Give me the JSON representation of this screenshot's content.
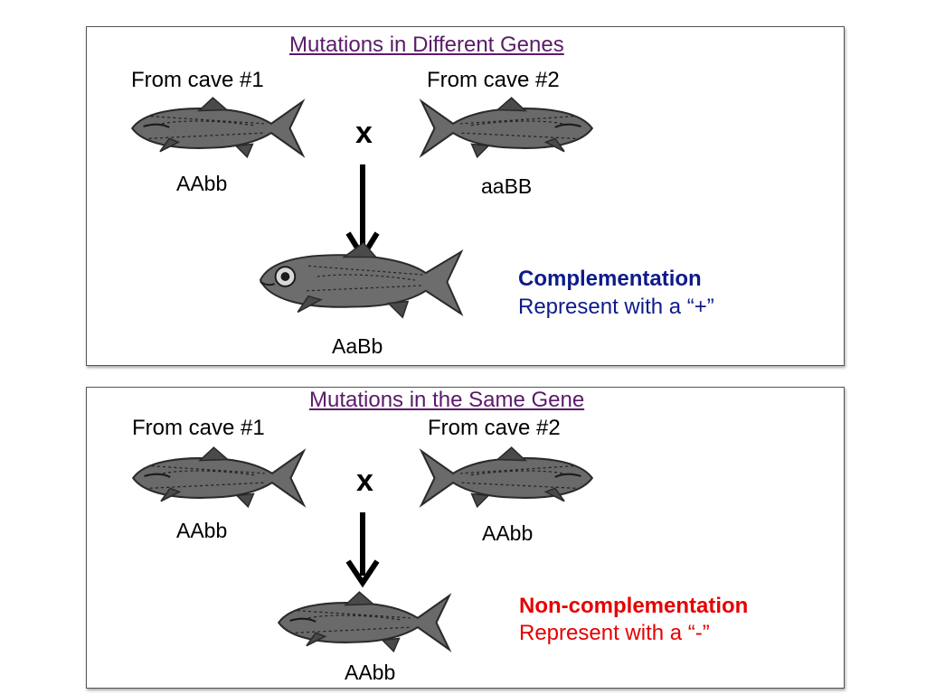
{
  "colors": {
    "title": "#5b1a6a",
    "complementation": "#0d1b8a",
    "non_complementation": "#e60000",
    "fish_body": "#6a6a6a",
    "fish_dark": "#2a2a2a"
  },
  "panels": [
    {
      "title": "Mutations in Different Genes",
      "parent1": {
        "label": "From cave #1",
        "genotype": "AAbb"
      },
      "parent2": {
        "label": "From cave #2",
        "genotype": "aaBB"
      },
      "cross_symbol": "x",
      "offspring": {
        "genotype": "AaBb",
        "icon": "sighted-fish-icon"
      },
      "result": {
        "title": "Complementation",
        "subtitle": "Represent with a “+”"
      }
    },
    {
      "title": "Mutations in the Same Gene",
      "parent1": {
        "label": "From cave #1",
        "genotype": "AAbb"
      },
      "parent2": {
        "label": "From cave #2",
        "genotype": "AAbb"
      },
      "cross_symbol": "x",
      "offspring": {
        "genotype": "AAbb",
        "icon": "cave-fish-icon"
      },
      "result": {
        "title": "Non-complementation",
        "subtitle": "Represent with a “-”"
      }
    }
  ]
}
